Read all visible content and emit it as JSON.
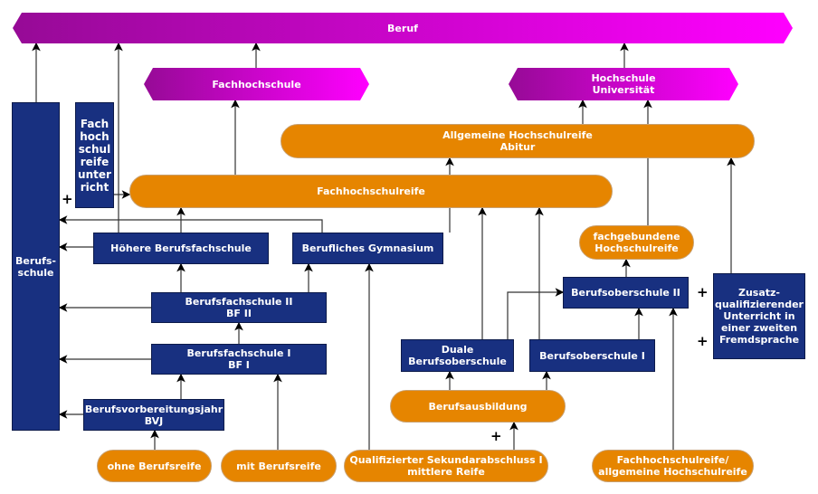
{
  "nodes": {
    "beruf": "Beruf",
    "fachhochschule": "Fachhochschule",
    "hochschule": "Hochschule\nUniversität",
    "abitur": "Allgemeine Hochschulreife\nAbitur",
    "fhr": "Fachhochschulreife",
    "berufsschule": "Berufs-\nschule",
    "fhr_unterricht": "Fach\nhoch\nschul\nreife\nunter\nricht",
    "hbfs": "Höhere Berufsfachschule",
    "gymnasium": "Berufliches Gymnasium",
    "fachgebunden": "fachgebundene\nHochschulreife",
    "bos2": "Berufsoberschule II",
    "zusatz": "Zusatz-\nqualifizierender\nUnterricht in\neiner zweiten\nFremdsprache",
    "bf2": "Berufsfachschule II\nBF II",
    "bf1": "Berufsfachschule I\nBF I",
    "duale": "Duale\nBerufsoberschule",
    "bos1": "Berufsoberschule I",
    "ausbildung": "Berufsausbildung",
    "bvj": "Berufsvorbereitungsjahr\nBVJ",
    "ohne": "ohne Berufsreife",
    "mit": "mit Berufsreife",
    "quali": "Qualifizierter Sekundarabschluss I\nmittlere Reife",
    "fhr_allg": "Fachhochschulreife/\nallgemeine Hochschulreife"
  },
  "plus": "+",
  "colors": {
    "blue": "#183080",
    "orange": "#e68500",
    "purple_start": "#960a96",
    "purple_end": "#ff00ff"
  }
}
